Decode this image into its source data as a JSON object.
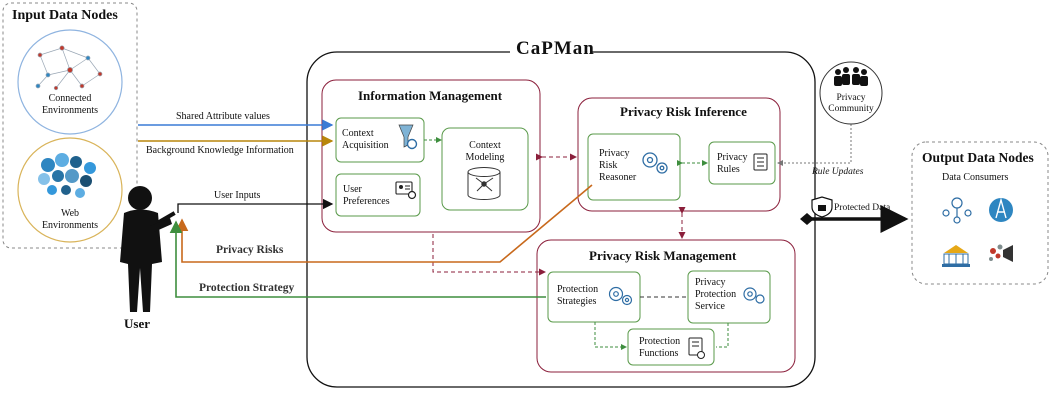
{
  "input_nodes": {
    "title": "Input Data Nodes",
    "connected": "Connected\nEnvironments",
    "web": "Web\nEnvironments"
  },
  "capman_title": "CaPMan",
  "arrows": {
    "shared": "Shared Attribute values",
    "background": "Background Knowledge Information",
    "user_inputs": "User Inputs",
    "privacy_risks": "Privacy Risks",
    "protection_strategy": "Protection Strategy",
    "protected_data": "Protected Data",
    "rule_updates": "Rule Updates"
  },
  "user_label": "User",
  "info_mgmt": {
    "title": "Information Management",
    "context_acquisition": "Context\nAcquisition",
    "user_preferences": "User\nPreferences",
    "context_modeling": "Context\nModeling"
  },
  "risk_inference": {
    "title": "Privacy Risk Inference",
    "reasoner": "Privacy\nRisk\nReasoner",
    "rules": "Privacy\nRules"
  },
  "risk_mgmt": {
    "title": "Privacy Risk Management",
    "strategies": "Protection\nStrategies",
    "service": "Privacy\nProtection\nService",
    "functions": "Protection\nFunctions"
  },
  "community": "Privacy\nCommunity",
  "output_nodes": {
    "title": "Output Data Nodes",
    "subtitle": "Data Consumers"
  },
  "colors": {
    "blue": "#3a7bd5",
    "gold": "#b8860b",
    "orange": "#c8691c",
    "green": "#3e8e3e",
    "maroon": "#8b1f3b",
    "frame_green": "#5a9a4a"
  }
}
